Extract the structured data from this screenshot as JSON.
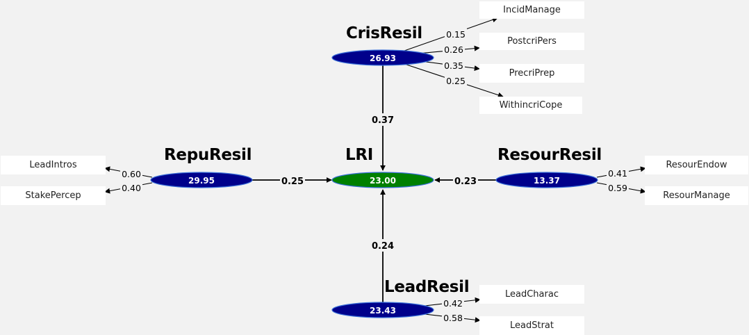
{
  "colors": {
    "background": "#f2f2f2",
    "construct_fill": "#00008b",
    "construct_stroke": "#3a6fd8",
    "target_fill": "#008000",
    "indicator_box": "#ffffff",
    "edge": "#000000"
  },
  "constructs": {
    "lri": {
      "name": "LRI",
      "value": "23.00"
    },
    "cris": {
      "name": "CrisResil",
      "value": "26.93"
    },
    "repu": {
      "name": "RepuResil",
      "value": "29.95"
    },
    "resour": {
      "name": "ResourResil",
      "value": "13.37"
    },
    "lead": {
      "name": "LeadResil",
      "value": "23.43"
    }
  },
  "paths": {
    "cris": "0.37",
    "repu": "0.25",
    "resour": "0.23",
    "lead": "0.24"
  },
  "indicators": {
    "incid": {
      "label": "IncidManage",
      "weight": "0.15"
    },
    "postcri": {
      "label": "PostcriPers",
      "weight": "0.26"
    },
    "precri": {
      "label": "PrecriPrep",
      "weight": "0.35"
    },
    "withincri": {
      "label": "WithincriCope",
      "weight": "0.25"
    },
    "leadintros": {
      "label": "LeadIntros",
      "weight": "0.60"
    },
    "stakepercep": {
      "label": "StakePercep",
      "weight": "0.40"
    },
    "resendow": {
      "label": "ResourEndow",
      "weight": "0.41"
    },
    "resmanage": {
      "label": "ResourManage",
      "weight": "0.59"
    },
    "leadcharac": {
      "label": "LeadCharac",
      "weight": "0.42"
    },
    "leadstrat": {
      "label": "LeadStrat",
      "weight": "0.58"
    }
  }
}
